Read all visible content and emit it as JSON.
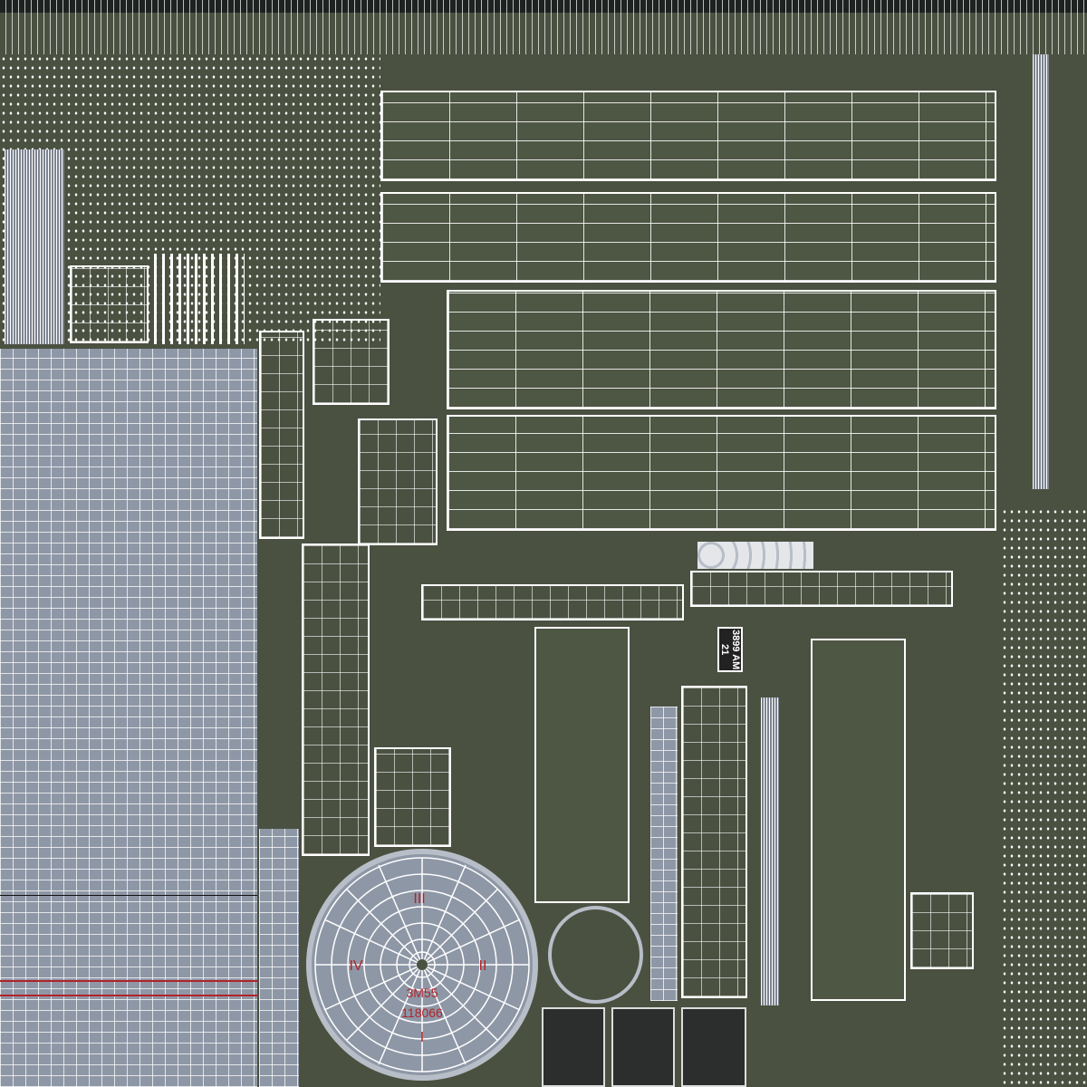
{
  "dial": {
    "model_code": "3M55",
    "serial": "118066",
    "numerals": [
      "I",
      "II",
      "III",
      "IV"
    ]
  },
  "tag": {
    "value": "3899 AM",
    "number": "21"
  },
  "colors": {
    "background": "#4b5141",
    "grey_panel": "#8e97a6",
    "wire": "#ffffff",
    "red_mark": "#b0242a"
  }
}
